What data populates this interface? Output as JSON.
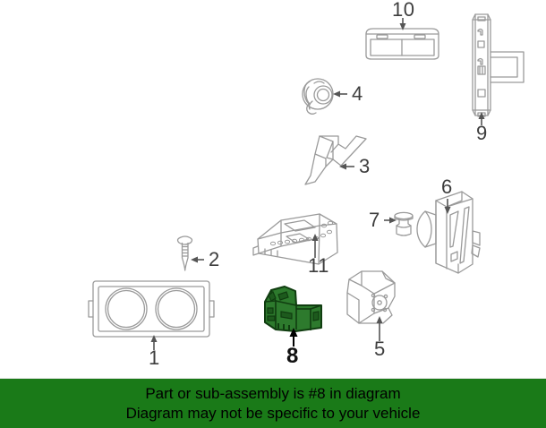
{
  "diagram": {
    "background_color": "#ffffff",
    "line_color": "#9a9a9a",
    "highlight_color": "#2d7a2d",
    "highlight_outline_color": "#103d10",
    "callouts": [
      {
        "id": "callout-1",
        "number": "1",
        "part_name": "speaker-grille-housing",
        "arrow_direction": "up",
        "highlighted": false
      },
      {
        "id": "callout-2",
        "number": "2",
        "part_name": "tapping-screw",
        "arrow_direction": "left",
        "highlighted": false
      },
      {
        "id": "callout-3",
        "number": "3",
        "part_name": "angle-bracket",
        "arrow_direction": "left",
        "highlighted": false
      },
      {
        "id": "callout-4",
        "number": "4",
        "part_name": "round-grommet-clip",
        "arrow_direction": "left",
        "highlighted": false
      },
      {
        "id": "callout-5",
        "number": "5",
        "part_name": "actuator-bracket",
        "arrow_direction": "up",
        "highlighted": false
      },
      {
        "id": "callout-6",
        "number": "6",
        "part_name": "control-module-housing",
        "arrow_direction": "down",
        "highlighted": false
      },
      {
        "id": "callout-7",
        "number": "7",
        "part_name": "push-pin-fastener",
        "arrow_direction": "right",
        "highlighted": false
      },
      {
        "id": "callout-8",
        "number": "8",
        "part_name": "connector-switch-assembly",
        "arrow_direction": "up",
        "highlighted": true
      },
      {
        "id": "callout-9",
        "number": "9",
        "part_name": "vertical-mounting-bracket",
        "arrow_direction": "up",
        "highlighted": false
      },
      {
        "id": "callout-10",
        "number": "10",
        "part_name": "flat-cover-panel",
        "arrow_direction": "down",
        "highlighted": false
      },
      {
        "id": "callout-11",
        "number": "11",
        "part_name": "electronic-control-unit",
        "arrow_direction": "up",
        "highlighted": false
      }
    ]
  },
  "notice": {
    "background_color": "#1a7a18",
    "line1": "Part or sub-assembly is #8 in diagram",
    "line2": "Diagram may not be specific to your vehicle"
  }
}
